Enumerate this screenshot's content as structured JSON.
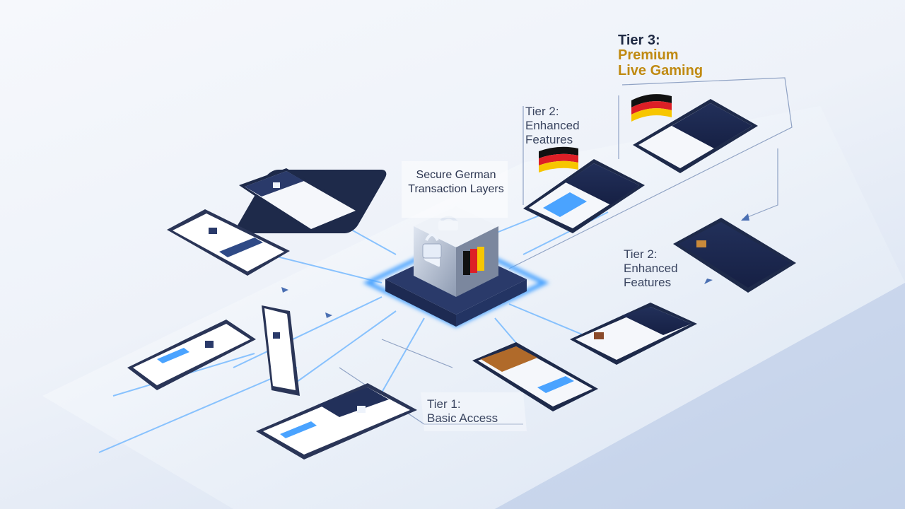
{
  "center": {
    "line1": "Secure German",
    "line2": "Transaction Layers"
  },
  "tiers": {
    "tier1": {
      "line1": "Tier 1:",
      "line2": "Basic Access"
    },
    "tier2_top": {
      "line1": "Tier 2:",
      "line2": "Enhanced",
      "line3": "Features"
    },
    "tier2_right": {
      "line1": "Tier 2:",
      "line2": "Enhanced",
      "line3": "Features"
    },
    "tier3": {
      "line1": "Tier 3:",
      "line2": "Premium",
      "line3": "Live Gaming"
    }
  },
  "colors": {
    "accent_gold": "#c08a12",
    "glow_blue": "#4aa3ff",
    "phone_dark": "#1e2a4a",
    "flag_black": "#111111",
    "flag_red": "#dd1f26",
    "flag_gold": "#f7c600"
  },
  "icons": [
    "lock-icon",
    "german-flag-icon",
    "vault-cube-icon"
  ]
}
